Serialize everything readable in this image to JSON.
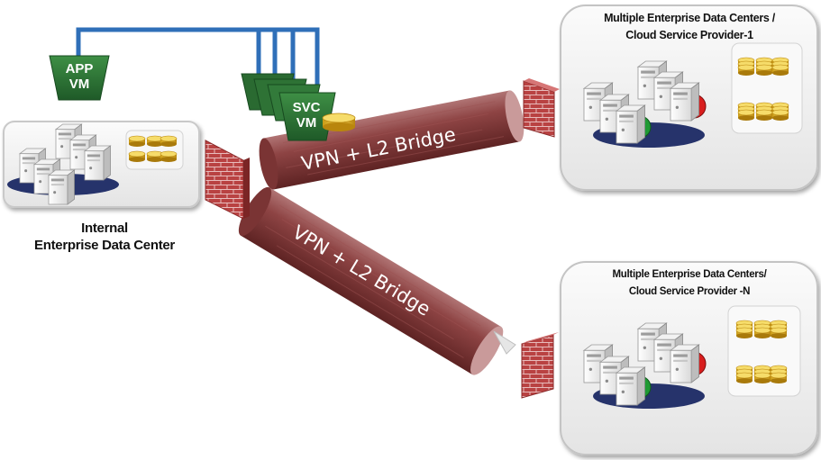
{
  "internal_dc": {
    "label_line1": "Internal",
    "label_line2": "Enterprise Data Center"
  },
  "app_vm": {
    "line1": "APP",
    "line2": "VM"
  },
  "svc_vm": {
    "line1": "SVC",
    "line2": "VM"
  },
  "tunnels": [
    {
      "label": "VPN + L2 Bridge"
    },
    {
      "label": "VPN + L2 Bridge"
    }
  ],
  "dc_1": {
    "title_line1": "Multiple Enterprise Data Centers /",
    "title_line2": "Cloud Service Provider-1"
  },
  "dc_n": {
    "title_line1": "Multiple Enterprise Data Centers/",
    "title_line2": "Cloud Service Provider -N"
  },
  "colors": {
    "tube": "#8a3d3d",
    "firewall": "#b23a3a",
    "vm_green": "#2f7d3a",
    "network_blue": "#2f6fb8",
    "status_green": "#1f9a34",
    "status_red": "#d81e1e"
  }
}
